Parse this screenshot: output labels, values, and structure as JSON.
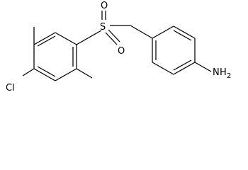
{
  "molecule": {
    "atoms": {
      "cl": "Cl",
      "s": "S",
      "o_top": "O",
      "o_bottom": "O",
      "n": "N",
      "h": "H",
      "h_count": "2"
    }
  }
}
